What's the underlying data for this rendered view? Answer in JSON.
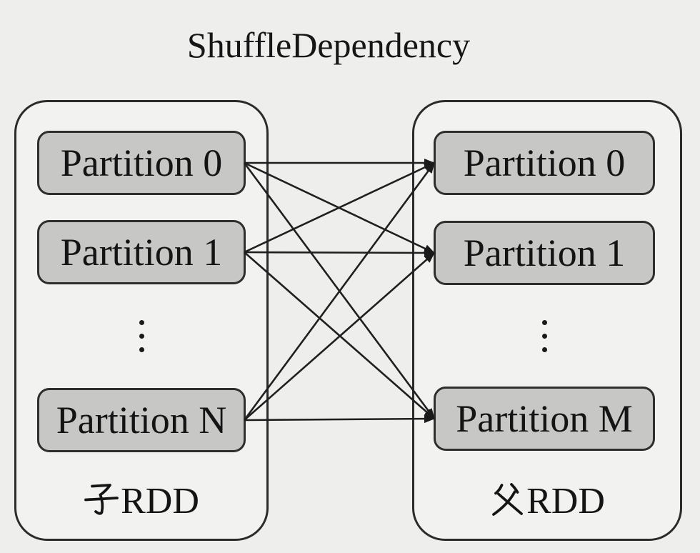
{
  "title": "ShuffleDependency",
  "left_rdd": {
    "label": "子RDD",
    "label_han": "子",
    "label_suffix": "RDD",
    "ellipsis": "⋮",
    "partitions": [
      "Partition 0",
      "Partition 1",
      "Partition N"
    ]
  },
  "right_rdd": {
    "label": "父RDD",
    "label_han": "父",
    "label_suffix": "RDD",
    "ellipsis": "⋮",
    "partitions": [
      "Partition 0",
      "Partition 1",
      "Partition M"
    ]
  },
  "edges": [
    {
      "from": 0,
      "to": 0
    },
    {
      "from": 0,
      "to": 1
    },
    {
      "from": 0,
      "to": 2
    },
    {
      "from": 1,
      "to": 0
    },
    {
      "from": 1,
      "to": 1
    },
    {
      "from": 1,
      "to": 2
    },
    {
      "from": 2,
      "to": 0
    },
    {
      "from": 2,
      "to": 1
    },
    {
      "from": 2,
      "to": 2
    }
  ],
  "colors": {
    "background": "#eeeeec",
    "container_fill": "#f2f2f0",
    "container_border": "#2b2b2b",
    "box_fill": "#c7c7c5",
    "box_border": "#2e2e2e",
    "arrow": "#1f1f1f",
    "text": "#141414"
  }
}
